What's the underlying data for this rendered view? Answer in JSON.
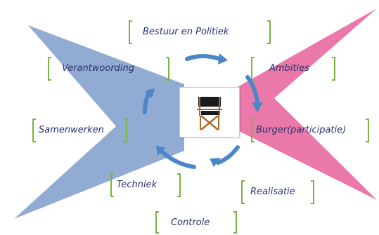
{
  "diagram": {
    "center": {
      "icon": "director-chair-icon"
    },
    "topics": [
      {
        "key": "bestuur",
        "label": "Bestuur en Politiek"
      },
      {
        "key": "ambities",
        "label": "Ambities"
      },
      {
        "key": "burger",
        "label": "Burger(participatie)"
      },
      {
        "key": "realisatie",
        "label": "Realisatie"
      },
      {
        "key": "controle",
        "label": "Controle"
      },
      {
        "key": "techniek",
        "label": "Techniek"
      },
      {
        "key": "samenwerken",
        "label": "Samenwerken"
      },
      {
        "key": "verantwoording",
        "label": "Verantwoording"
      }
    ],
    "colors": {
      "left_shape": "#8ca6d0",
      "right_shape": "#e86aa0",
      "bracket": "#7cb342",
      "arrow": "#4a86c8",
      "text": "#2a3370"
    }
  }
}
